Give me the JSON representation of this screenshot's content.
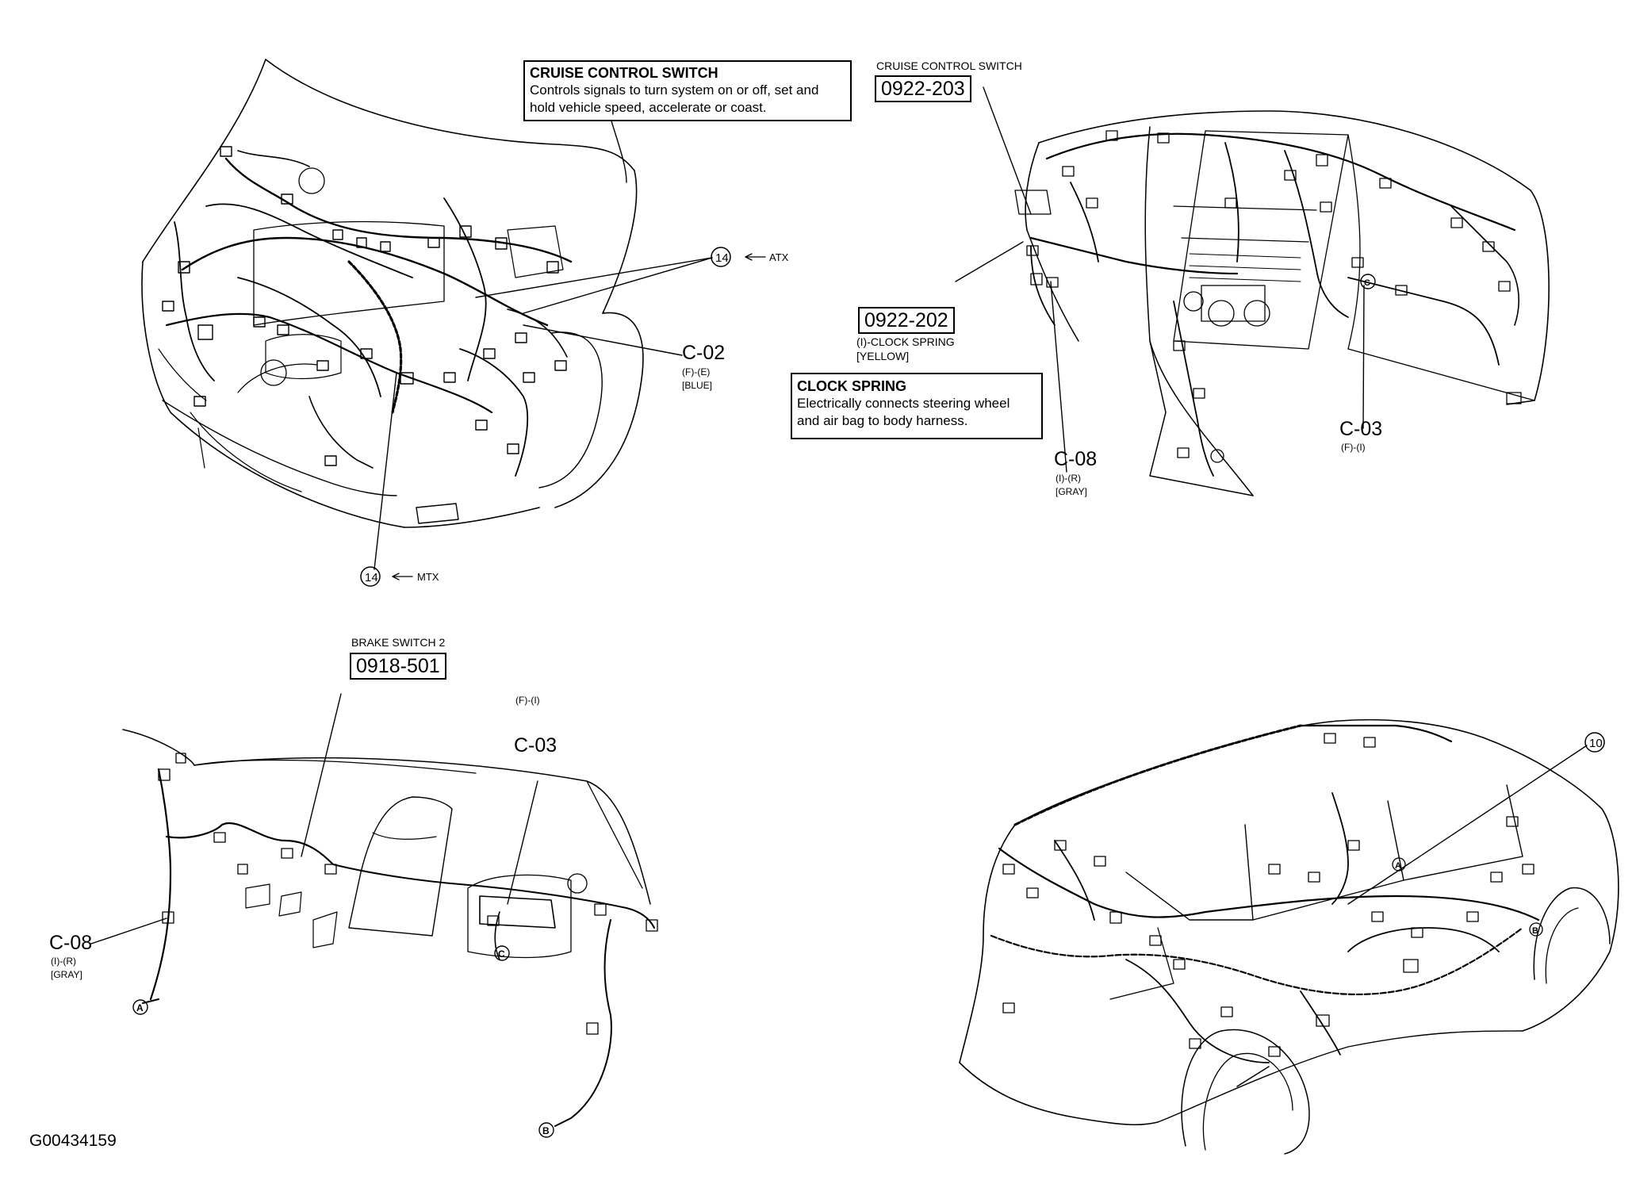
{
  "callouts": {
    "cruise_title": "CRUISE CONTROL SWITCH",
    "cruise_desc_1": "Controls signals to turn system on or off, set and",
    "cruise_desc_2": "hold vehicle speed, accelerate or coast.",
    "clock_title": "CLOCK SPRING",
    "clock_desc_1": "Electrically connects steering wheel",
    "clock_desc_2": "and air bag to body harness."
  },
  "parts": {
    "cruise_switch_label": "CRUISE CONTROL SWITCH",
    "cruise_switch_number": "0922-203",
    "clock_spring_number": "0922-202",
    "clock_spring_label": "(I)-CLOCK SPRING",
    "clock_spring_color": "[YELLOW]",
    "brake_switch_label": "BRAKE SWITCH 2",
    "brake_switch_number": "0918-501"
  },
  "connectors": {
    "c02": {
      "name": "C-02",
      "sub": "(F)-(E)",
      "color": "[BLUE]"
    },
    "c03_top": {
      "name": "C-03",
      "sub": "(F)-(I)"
    },
    "c08_top": {
      "name": "C-08",
      "sub": "(I)-(R)",
      "color": "[GRAY]"
    },
    "c03_bottom": {
      "name": "C-03",
      "sub": "(F)-(I)"
    },
    "c08_bottom": {
      "name": "C-08",
      "sub": "(I)-(R)",
      "color": "[GRAY]"
    }
  },
  "markers": {
    "n14": "14",
    "atx": "ATX",
    "mtx": "MTX",
    "n10": "10",
    "a": "A",
    "b": "B",
    "c": "C"
  },
  "figure_id": "G00434159"
}
